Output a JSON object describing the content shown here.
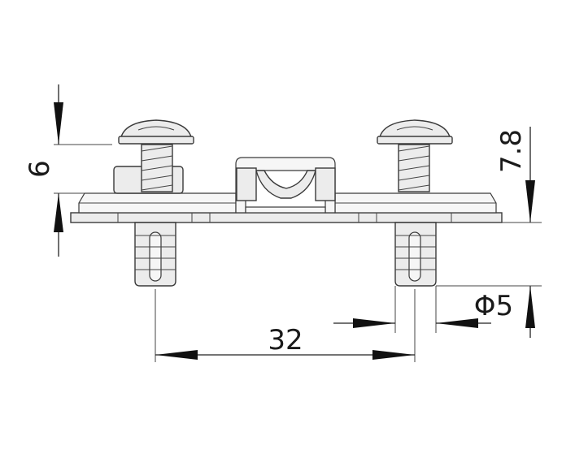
{
  "dimensions": {
    "height_6": "6",
    "height_7_8": "7.8",
    "diameter": "Φ5",
    "spacing": "32"
  },
  "colors": {
    "line": "#222222",
    "part_fill": "#ececec",
    "background": "#ffffff"
  }
}
